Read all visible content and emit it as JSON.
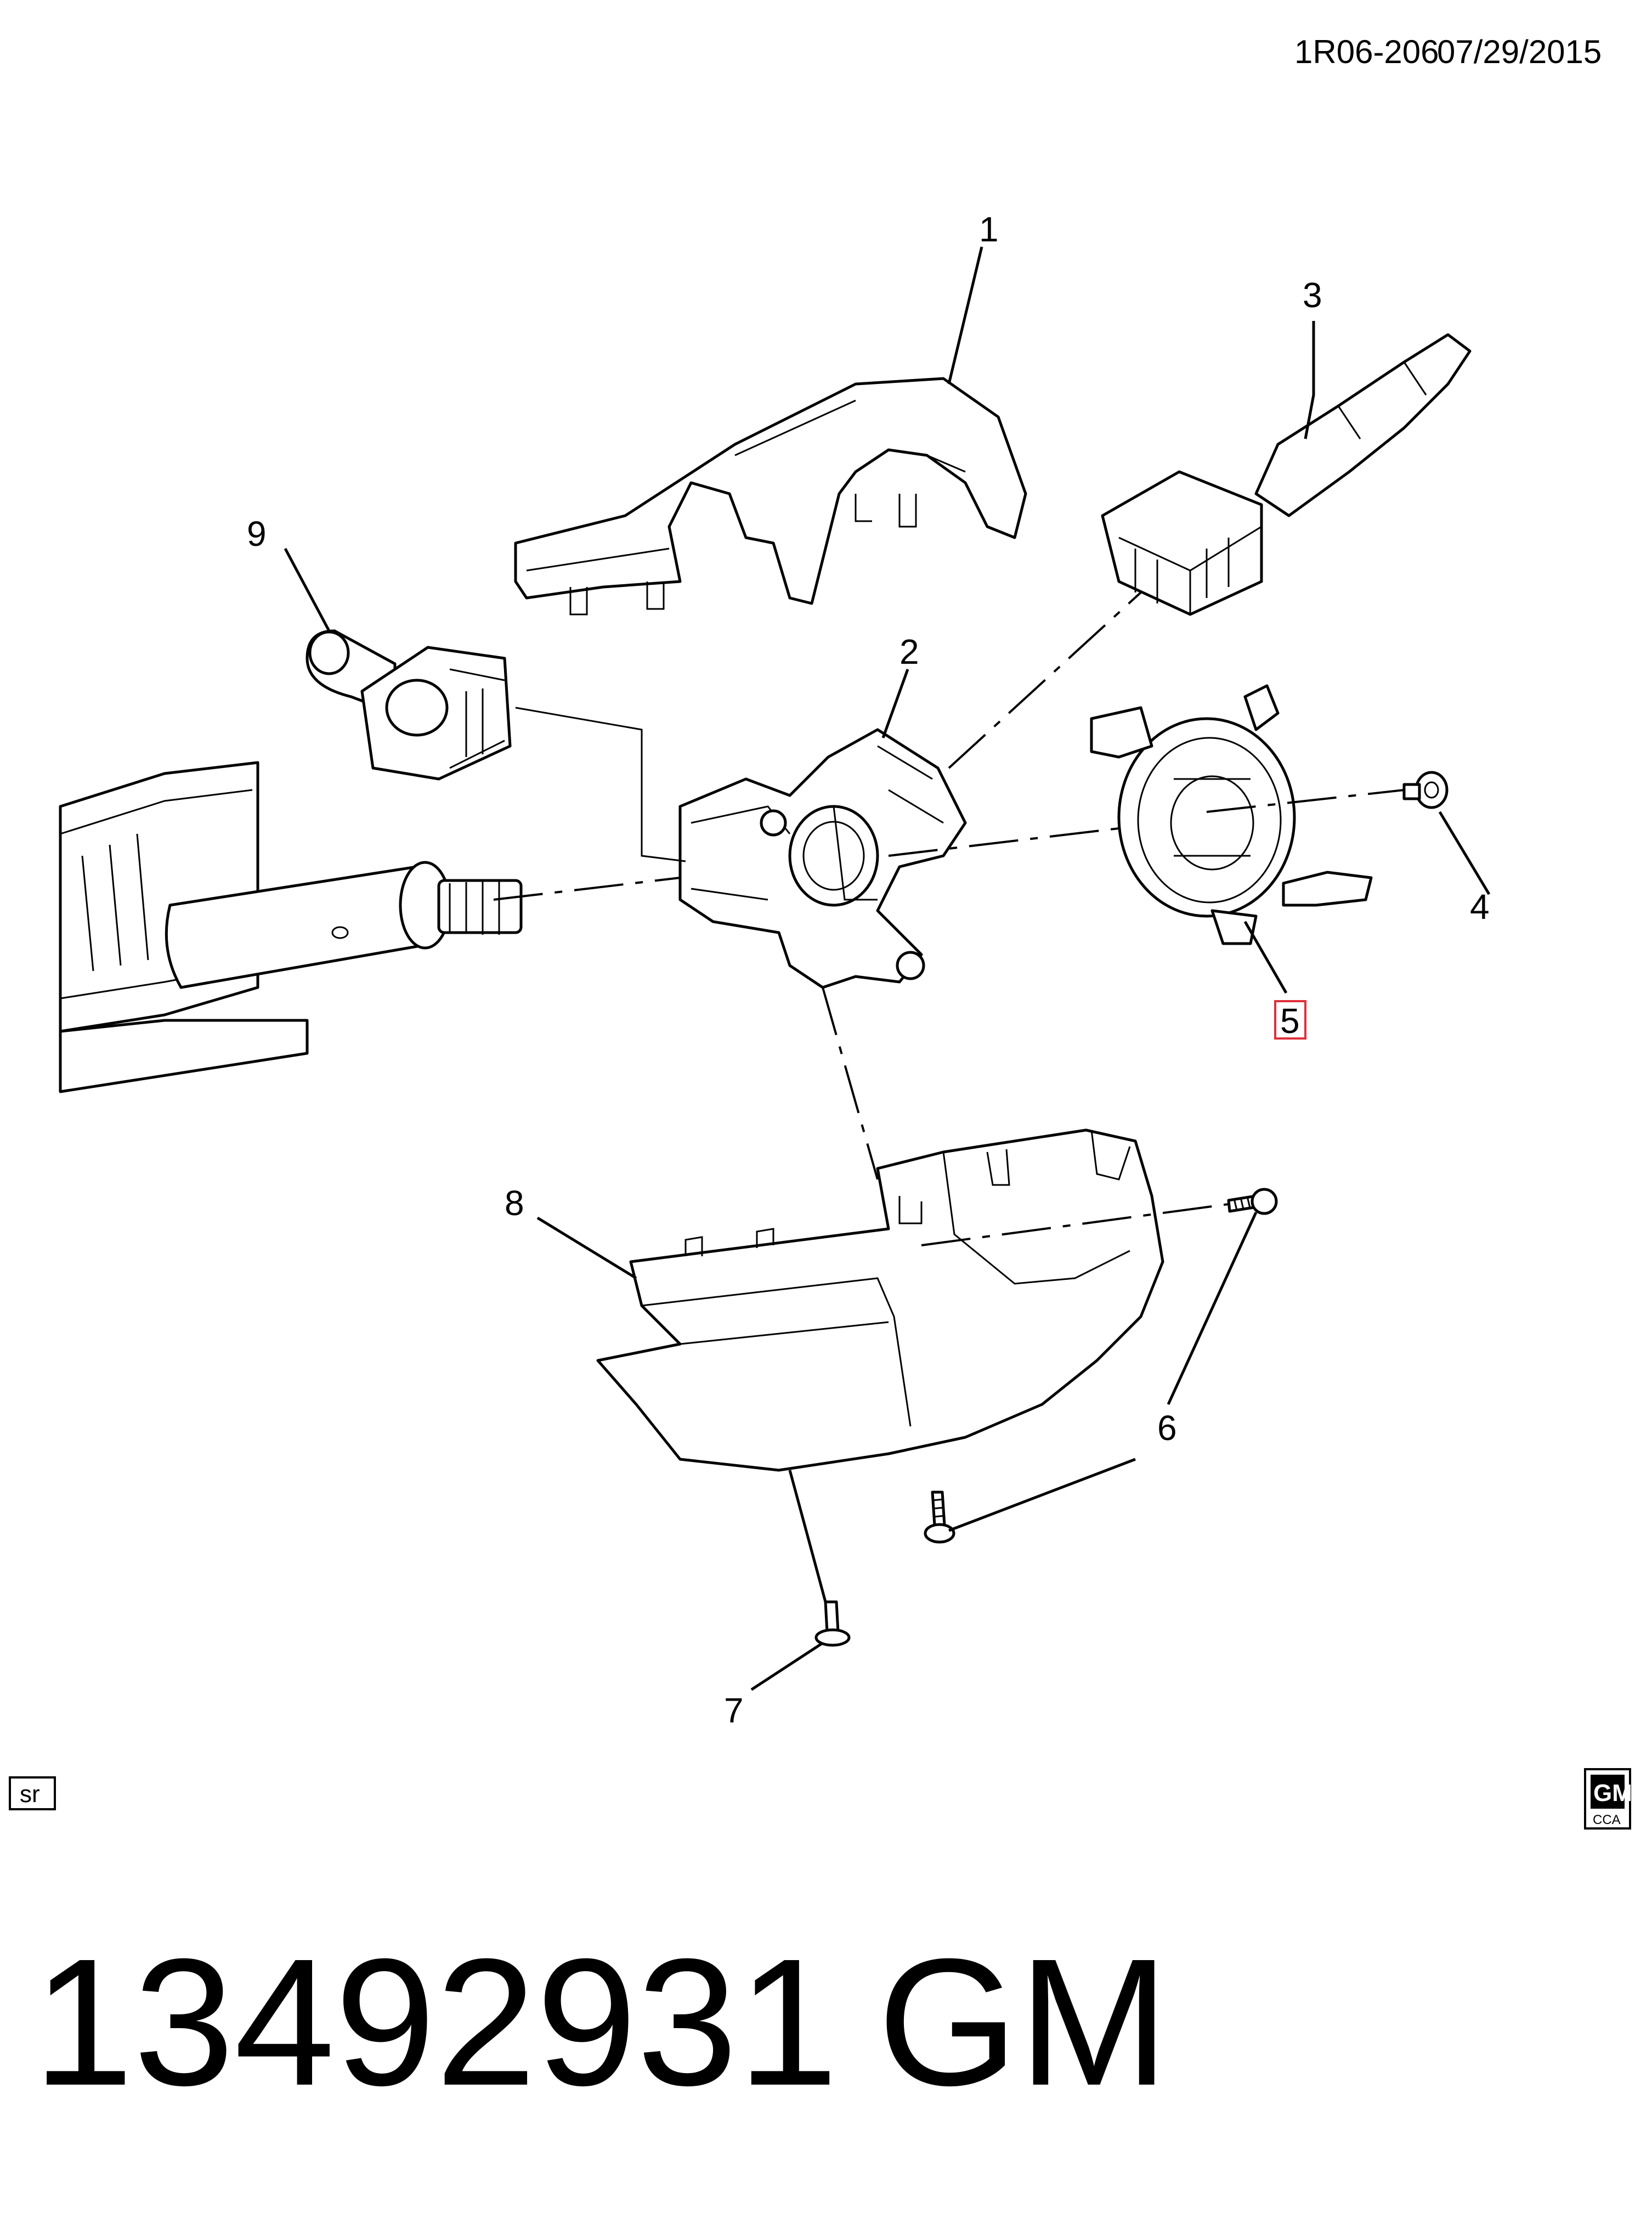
{
  "header": {
    "diagram_code": "1R06-206",
    "date": "07/29/2015"
  },
  "callouts": {
    "c1": "1",
    "c2": "2",
    "c3": "3",
    "c4": "4",
    "c5": "5",
    "c6": "6",
    "c7": "7",
    "c8": "8",
    "c9": "9"
  },
  "highlighted_callout_color": "#e0303a",
  "footer": {
    "sr_tag": "sr",
    "logo_main": "GM",
    "logo_sub": "CCA"
  },
  "part_number": "13492931",
  "brand": "GM"
}
